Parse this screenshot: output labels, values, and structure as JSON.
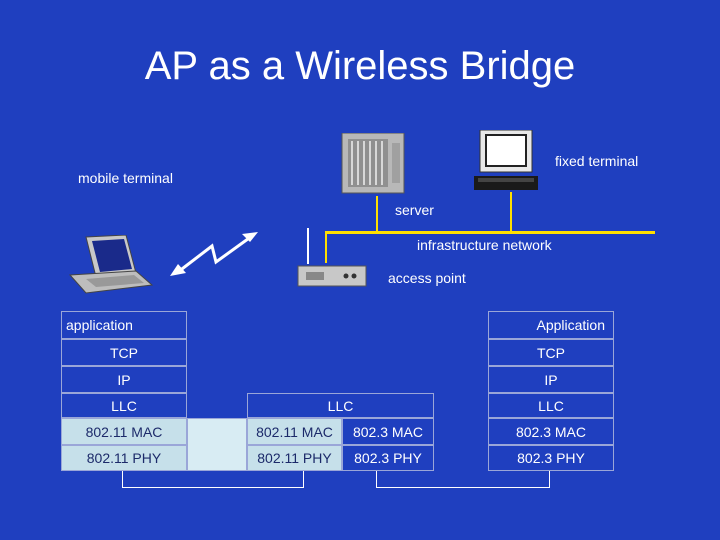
{
  "title": "AP as a Wireless Bridge",
  "labels": {
    "fixed_terminal": "fixed terminal",
    "mobile_terminal": "mobile terminal",
    "server": "server",
    "infrastructure_network": "infrastructure network",
    "access_point": "access point"
  },
  "stacks": {
    "mobile": {
      "application": "application",
      "tcp": "TCP",
      "ip": "IP",
      "llc": "LLC",
      "mac": "802.11 MAC",
      "phy": "802.11 PHY"
    },
    "access_point": {
      "llc": "LLC",
      "mac_wireless": "802.11 MAC",
      "mac_wired": "802.3 MAC",
      "phy_wireless": "802.11 PHY",
      "phy_wired": "802.3 PHY"
    },
    "fixed": {
      "application": "Application",
      "tcp": "TCP",
      "ip": "IP",
      "llc": "LLC",
      "mac": "802.3 MAC",
      "phy": "802.3 PHY"
    }
  },
  "colors": {
    "background": "#1f3fbf",
    "network_line": "#ffe000",
    "cell_light": "#c6e0ea"
  },
  "icons": [
    "server-icon",
    "desktop-computer-icon",
    "laptop-icon",
    "access-point-icon",
    "wireless-link-icon"
  ]
}
